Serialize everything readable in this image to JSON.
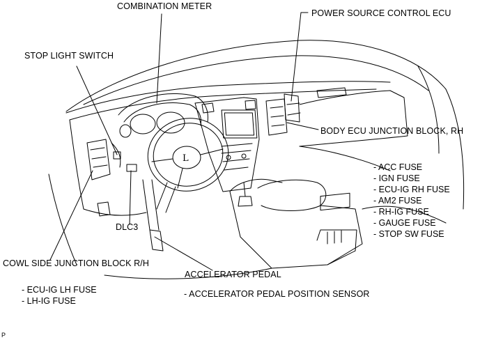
{
  "labels": {
    "combination_meter": "COMBINATION METER",
    "power_source_control_ecu": "POWER SOURCE CONTROL ECU",
    "stop_light_switch": "STOP LIGHT SWITCH",
    "body_ecu_junction_block": "BODY ECU JUNCTION BLOCK, RH",
    "dlc3": "DLC3",
    "cowl_side_junction_block": "COWL SIDE JUNCTION BLOCK R/H",
    "accelerator_pedal": "ACCELERATOR PEDAL"
  },
  "body_ecu_fuses": [
    "- ACC FUSE",
    "- IGN FUSE",
    "- ECU-IG RH FUSE",
    "- AM2 FUSE",
    "- RH-IG FUSE",
    "- GAUGE FUSE",
    "- STOP SW FUSE"
  ],
  "cowl_side_fuses": [
    "- ECU-IG LH FUSE",
    "- LH-IG FUSE"
  ],
  "accelerator_sub": "- ACCELERATOR PEDAL POSITION SENSOR",
  "corner_code": "P",
  "colors": {
    "ink": "#000000",
    "background": "#ffffff"
  }
}
